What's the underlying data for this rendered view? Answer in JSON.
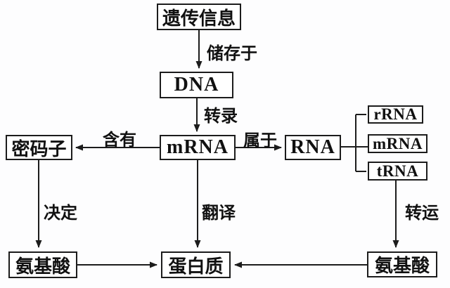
{
  "diagram": {
    "description": "genetic-information-flow-chart",
    "nodes": [
      {
        "id": "genetic-info",
        "label": "遗传信息"
      },
      {
        "id": "dna",
        "label": "DNA"
      },
      {
        "id": "mrna",
        "label": "mRNA"
      },
      {
        "id": "codon",
        "label": "密码子"
      },
      {
        "id": "rna",
        "label": "RNA"
      },
      {
        "id": "rrna",
        "label": "rRNA"
      },
      {
        "id": "mrna-type",
        "label": "mRNA"
      },
      {
        "id": "trna",
        "label": "tRNA"
      },
      {
        "id": "amino-acid-left",
        "label": "氨基酸"
      },
      {
        "id": "protein",
        "label": "蛋白质"
      },
      {
        "id": "amino-acid-right",
        "label": "氨基酸"
      }
    ],
    "edge_labels": [
      {
        "id": "stored-in",
        "label": "储存于"
      },
      {
        "id": "transcription",
        "label": "转录"
      },
      {
        "id": "contains",
        "label": "含有"
      },
      {
        "id": "belongs-to",
        "label": "属于"
      },
      {
        "id": "determines",
        "label": "决定"
      },
      {
        "id": "translation",
        "label": "翻译"
      },
      {
        "id": "transport",
        "label": "转运"
      }
    ],
    "colors": {
      "line": "#1c1c1c",
      "box_border": "#1c1c1c",
      "box_background": "#ffffff",
      "page_background": "#fdfdfe",
      "text": "#111111"
    }
  }
}
